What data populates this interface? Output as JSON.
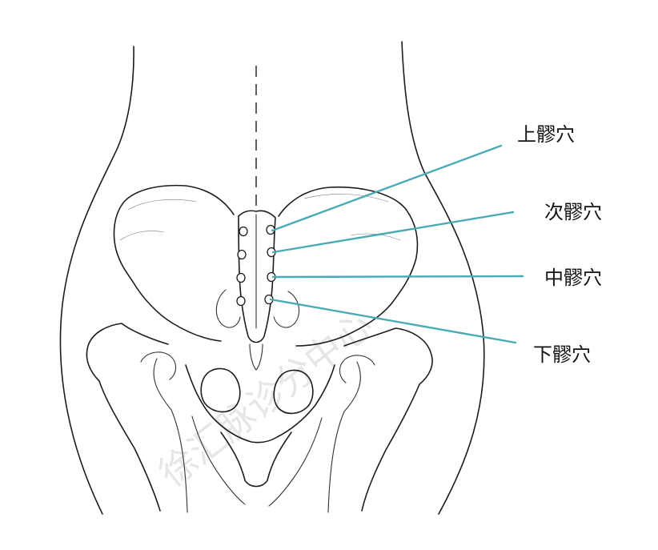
{
  "colors": {
    "leader_line": "#4aaab5",
    "outline": "#1c1c1c",
    "background": "#ffffff"
  },
  "points": [
    {
      "label": "上髎穴"
    },
    {
      "label": "次髎穴"
    },
    {
      "label": "中髎穴"
    },
    {
      "label": "下髎穴"
    }
  ],
  "watermark": "徐汇脉诊分中心"
}
